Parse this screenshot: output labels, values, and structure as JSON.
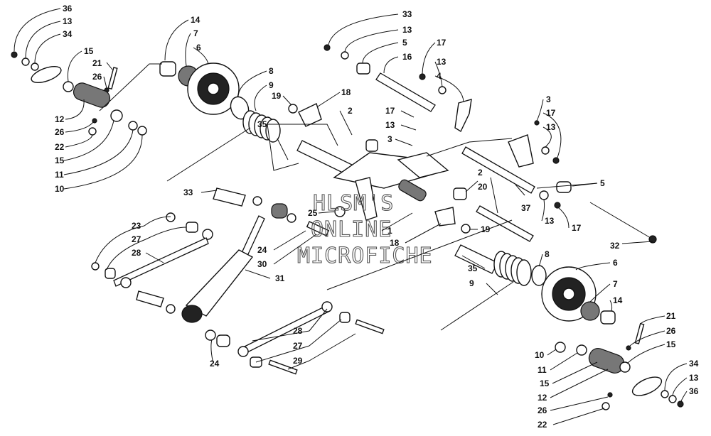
{
  "watermark": {
    "line1": "HLSM'S",
    "line2": "ONLINE",
    "line3": "MICROFICHE"
  },
  "callouts": {
    "c1": "36",
    "c2": "13",
    "c3": "34",
    "c4": "15",
    "c5": "21",
    "c6": "26",
    "c7": "12",
    "c8": "26",
    "c9": "22",
    "c10": "15",
    "c11": "11",
    "c12": "10",
    "c13": "14",
    "c14": "7",
    "c15": "6",
    "c16": "8",
    "c17": "9",
    "c18": "19",
    "c19": "18",
    "c20": "35",
    "c21": "2",
    "c22": "33",
    "c23": "13",
    "c24": "5",
    "c25": "16",
    "c26": "17",
    "c27": "13",
    "c28": "4",
    "c29": "3",
    "c30": "17",
    "c31": "13",
    "c32": "3",
    "c33": "17",
    "c34": "13",
    "c35": "5",
    "c36": "2",
    "c37": "20",
    "c38": "37",
    "c39": "13",
    "c40": "17",
    "c41": "32",
    "c42": "33",
    "c43": "25",
    "c44": "1",
    "c45": "19",
    "c46": "18",
    "c47": "23",
    "c48": "27",
    "c49": "28",
    "c50": "24",
    "c51": "30",
    "c52": "31",
    "c53": "35",
    "c54": "9",
    "c55": "8",
    "c56": "6",
    "c57": "7",
    "c58": "14",
    "c59": "28",
    "c60": "27",
    "c61": "29",
    "c62": "24",
    "c63": "21",
    "c64": "26",
    "c65": "15",
    "c66": "10",
    "c67": "11",
    "c68": "15",
    "c69": "12",
    "c70": "26",
    "c71": "22",
    "c72": "34",
    "c73": "13",
    "c74": "36"
  }
}
